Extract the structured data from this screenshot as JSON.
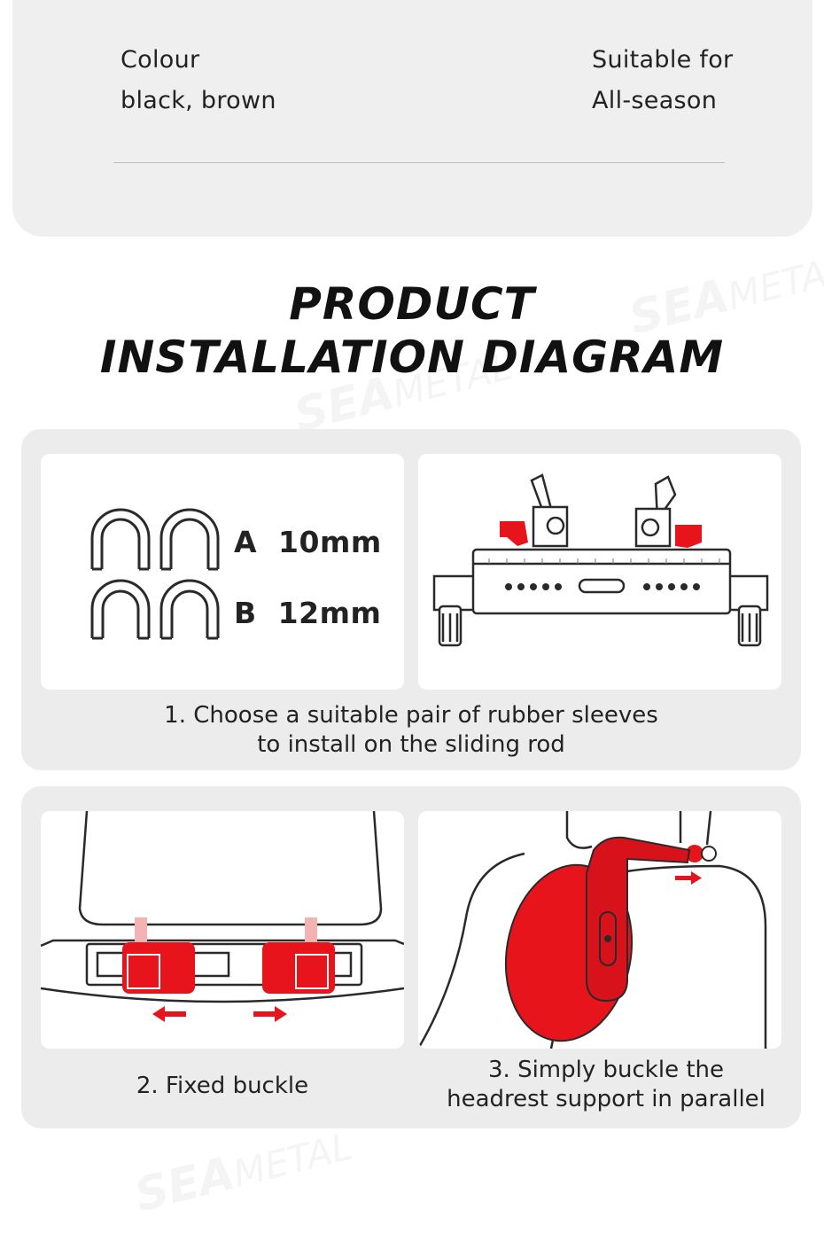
{
  "specs": {
    "colour_label": "Colour",
    "colour_value": "black, brown",
    "suitable_label": "Suitable for",
    "suitable_value": "All-season"
  },
  "title": {
    "line1": "PRODUCT",
    "line2": "INSTALLATION DIAGRAM"
  },
  "sleeves": {
    "a_letter": "A",
    "a_size": "10mm",
    "b_letter": "B",
    "b_size": "12mm"
  },
  "steps": {
    "step1_line1": "1. Choose a suitable pair of rubber sleeves",
    "step1_line2": "to install on the sliding rod",
    "step2": "2. Fixed buckle",
    "step3_line1": "3. Simply buckle the",
    "step3_line2": "headrest support in parallel"
  },
  "brand": {
    "watermark_bold": "SEA",
    "watermark_light": "METAL"
  },
  "colors": {
    "accent_red": "#e8141b",
    "card_bg": "#ececec",
    "line": "#2a2a2a"
  }
}
